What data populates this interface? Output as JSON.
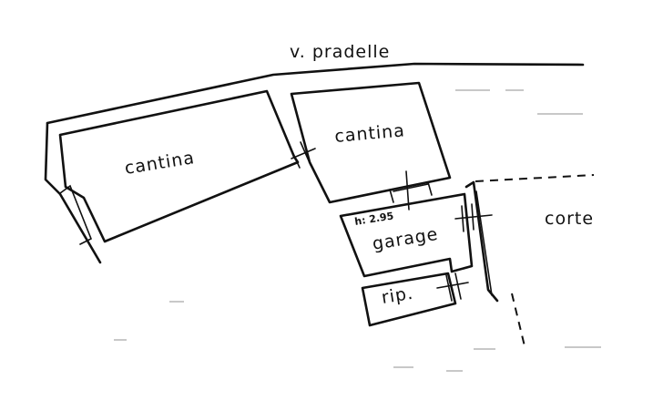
{
  "plan": {
    "street_label": "v. pradelle",
    "rooms": [
      {
        "id": "cantina-left",
        "label": "cantina"
      },
      {
        "id": "cantina-right",
        "label": "cantina"
      },
      {
        "id": "garage",
        "label": "garage"
      },
      {
        "id": "ripostiglio",
        "label": "rip."
      }
    ],
    "courtyard_label": "corte",
    "garage_height_label": "h: 2.95"
  }
}
